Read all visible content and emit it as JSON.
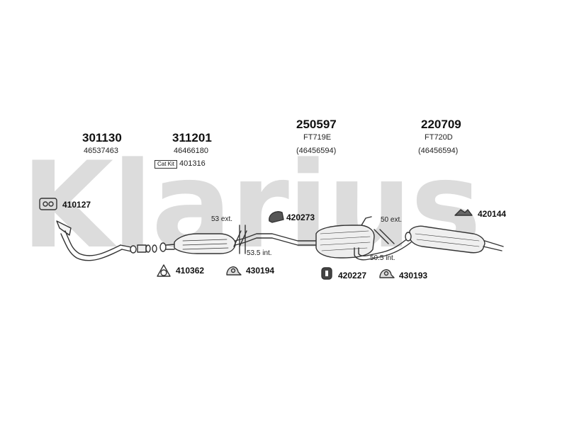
{
  "watermark": "Klarius",
  "top_parts": [
    {
      "id": "front-pipe",
      "number": "301130",
      "sub": "46537463"
    },
    {
      "id": "catalyst",
      "number": "311201",
      "sub": "46466180"
    },
    {
      "id": "middle-silencer",
      "number": "250597",
      "sub": "FT719E",
      "ref": "(46456594)"
    },
    {
      "id": "rear-silencer",
      "number": "220709",
      "sub": "FT720D",
      "ref": "(46456594)"
    }
  ],
  "cat_kit": {
    "label": "Cat Kit",
    "number": "401316"
  },
  "fittings": [
    {
      "id": "410127",
      "number": "410127"
    },
    {
      "id": "410362",
      "number": "410362"
    },
    {
      "id": "430194",
      "number": "430194"
    },
    {
      "id": "420273",
      "number": "420273"
    },
    {
      "id": "420227",
      "number": "420227"
    },
    {
      "id": "430193",
      "number": "430193"
    },
    {
      "id": "420144",
      "number": "420144"
    }
  ],
  "dimensions": {
    "joint1_ext": "53 ext.",
    "joint1_int": "53.5 int.",
    "joint2_ext": "50 ext.",
    "joint2_int": "50.5 int."
  },
  "colors": {
    "line": "#333333",
    "watermark": "#dcdcdc"
  },
  "icons": {
    "410127": "flange-gasket-icon",
    "410362": "triangle-gasket-icon",
    "430194": "rubber-mount-icon",
    "420273": "rubber-hanger-icon",
    "420227": "rubber-ring-icon",
    "430193": "rubber-mount-icon",
    "420144": "bracket-mount-icon"
  }
}
